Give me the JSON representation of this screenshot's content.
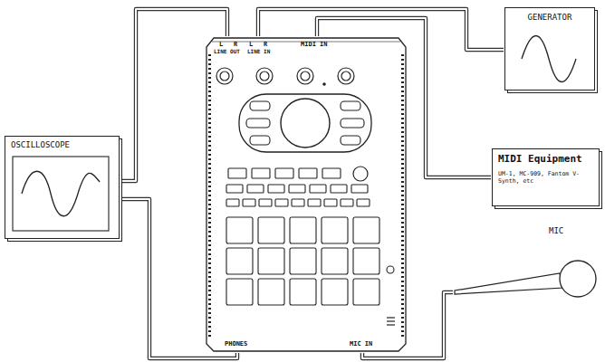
{
  "diagram": {
    "nodes": [
      {
        "text": [
          "GENERATOR"
        ]
      },
      {
        "text": [
          "L",
          "R",
          "LINE OUT",
          "L",
          "R",
          "LINE IN",
          "MIDI IN",
          "PHONES",
          "MIC IN"
        ]
      },
      {
        "text": [
          "OSCILLOSCOPE"
        ]
      },
      {
        "text": [
          "MIDI Equipment",
          "UM-1, MC-909, Fantom V-Synth, etc"
        ]
      },
      {
        "text": [
          "MIC"
        ]
      }
    ],
    "edges": [
      {
        "from": 1,
        "to": 2,
        "arrow": "none"
      },
      {
        "from": 1,
        "to": 0,
        "arrow": "none"
      },
      {
        "from": 1,
        "to": 3,
        "arrow": "none"
      },
      {
        "from": 1,
        "to": 2,
        "arrow": "none"
      },
      {
        "from": 1,
        "to": 4,
        "arrow": "none"
      }
    ]
  }
}
